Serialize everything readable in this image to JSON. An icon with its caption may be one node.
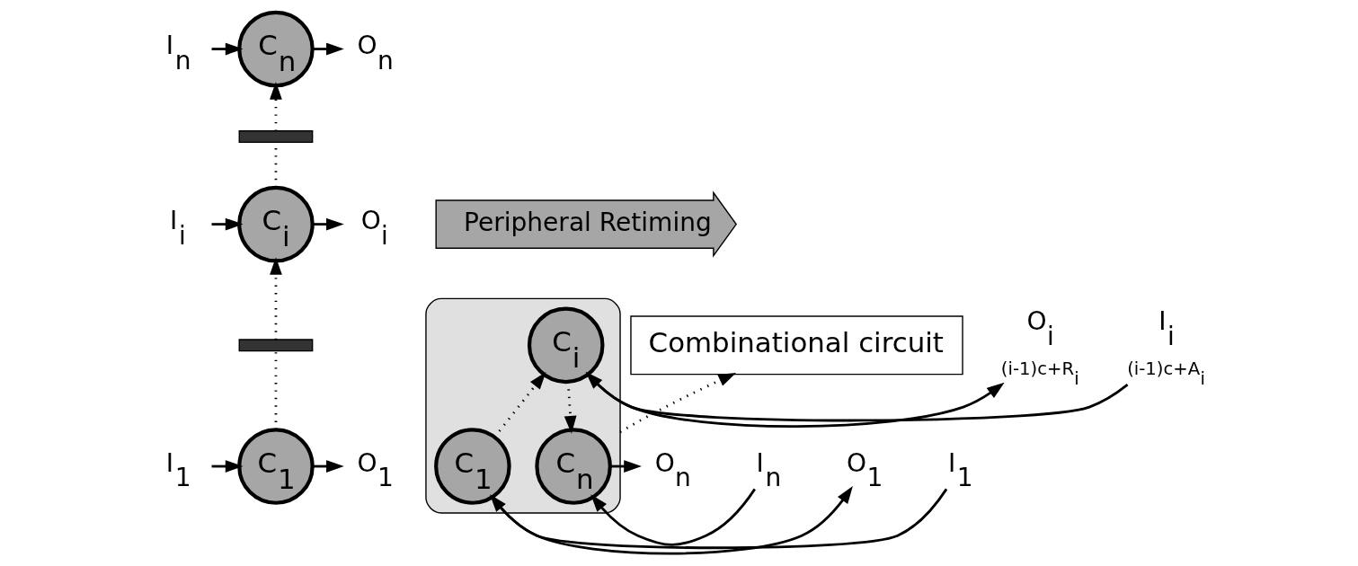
{
  "diagram": {
    "nodes": [
      {
        "text": [
          "C$_{n}$"
        ]
      },
      {
        "text": [
          "O$_{n}$"
        ]
      },
      {
        "text": [
          "I$_{n}$"
        ]
      },
      {
        "text": [],
        "shape": "bar"
      },
      {
        "text": [
          "C$_{i}$"
        ]
      },
      {
        "text": [
          "O$_{i}$"
        ]
      },
      {
        "text": [
          "I$_{i}$"
        ]
      },
      {
        "text": [],
        "shape": "bar"
      },
      {
        "text": [
          "C$_{1}$"
        ]
      },
      {
        "text": [
          "O$_{1}$"
        ]
      },
      {
        "text": [
          "I$_{1}$"
        ]
      },
      {
        "text": [
          "Peripheral Retiming"
        ]
      },
      {
        "text": [],
        "shape": "ellipse"
      },
      {
        "text": [
          "C$_{n}$"
        ],
        "in": 12
      },
      {
        "text": [
          "O$_{n}$"
        ]
      },
      {
        "text": [
          "I$_{n}$"
        ]
      },
      {
        "text": [
          "C$_{i}$"
        ],
        "in": 12
      },
      {
        "text": [
          "O$_{i}$"
        ],
        "beside": [
          "(i-1)c+R$_{i}$"
        ]
      },
      {
        "text": [
          "I$_{i}$"
        ],
        "beside": [
          "(i-1)c+A$_{i}$"
        ]
      },
      {
        "text": [
          "C$_{1}$"
        ],
        "in": 12
      },
      {
        "text": [
          "O$_{1}$"
        ]
      },
      {
        "text": [
          "I$_{1}$"
        ]
      },
      {
        "text": [
          "Combinational circuit"
        ]
      }
    ],
    "edges": [
      {
        "from": 2,
        "to": 0,
        "arrow": "to"
      },
      {
        "from": 0,
        "to": 1,
        "arrow": "to"
      },
      {
        "from": 3,
        "to": 0,
        "arrow": "to",
        "style": "dashed"
      },
      {
        "from": 4,
        "to": 3,
        "arrow": "none",
        "style": "dashed"
      },
      {
        "from": 6,
        "to": 4,
        "arrow": "to"
      },
      {
        "from": 4,
        "to": 5,
        "arrow": "to"
      },
      {
        "from": 7,
        "to": 4,
        "arrow": "to",
        "style": "dashed"
      },
      {
        "from": 8,
        "to": 7,
        "arrow": "none",
        "style": "dashed"
      },
      {
        "from": 10,
        "to": 8,
        "arrow": "to"
      },
      {
        "from": 8,
        "to": 9,
        "arrow": "to"
      },
      {
        "from": 15,
        "to": 13,
        "arrow": "to"
      },
      {
        "from": 13,
        "to": 14,
        "arrow": "to"
      },
      {
        "from": 16,
        "to": 13,
        "arrow": "to",
        "style": "dashed"
      },
      {
        "from": 18,
        "to": 16,
        "arrow": "to"
      },
      {
        "from": 16,
        "to": 17,
        "arrow": "to"
      },
      {
        "from": 19,
        "to": 16,
        "arrow": "to",
        "style": "dashed"
      },
      {
        "from": 21,
        "to": 19,
        "arrow": "to"
      },
      {
        "from": 19,
        "to": 20,
        "arrow": "to"
      },
      {
        "from": 12,
        "to": 22,
        "arrow": "to",
        "style": "dashed"
      }
    ]
  }
}
